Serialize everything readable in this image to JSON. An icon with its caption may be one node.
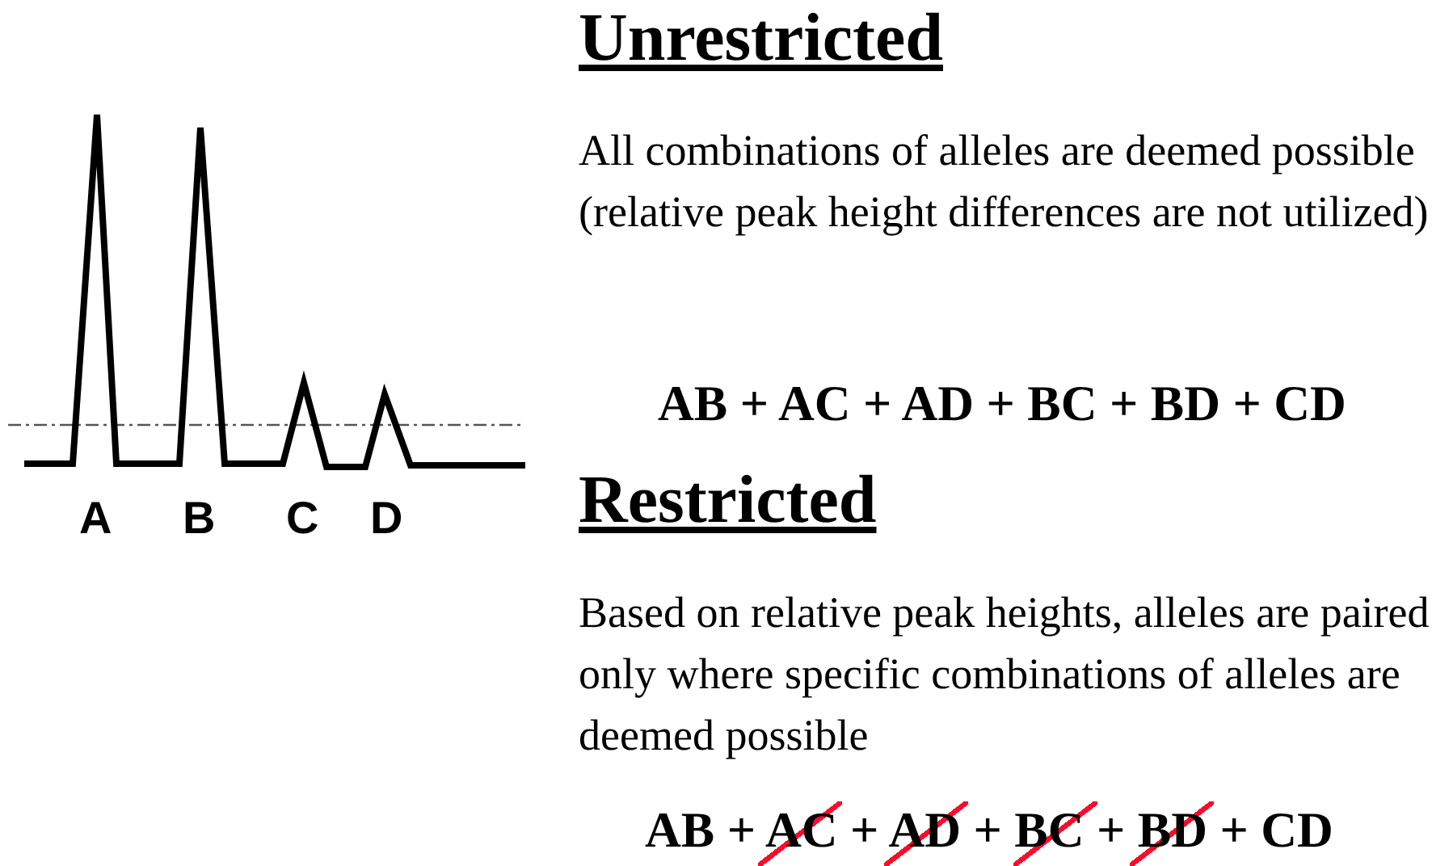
{
  "diagram": {
    "labels": [
      "Unrestricted",
      "All combinations of alleles are deemed possible (relative peak height differences are not utilized)",
      "AB + AC + AD + BC + BD + CD",
      "A",
      "B",
      "C",
      "D",
      "Restricted",
      "Based on relative peak heights, alleles are paired only where specific combinations of alleles are deemed possible",
      "AB + AC + AD + BC + BD + CD"
    ]
  }
}
